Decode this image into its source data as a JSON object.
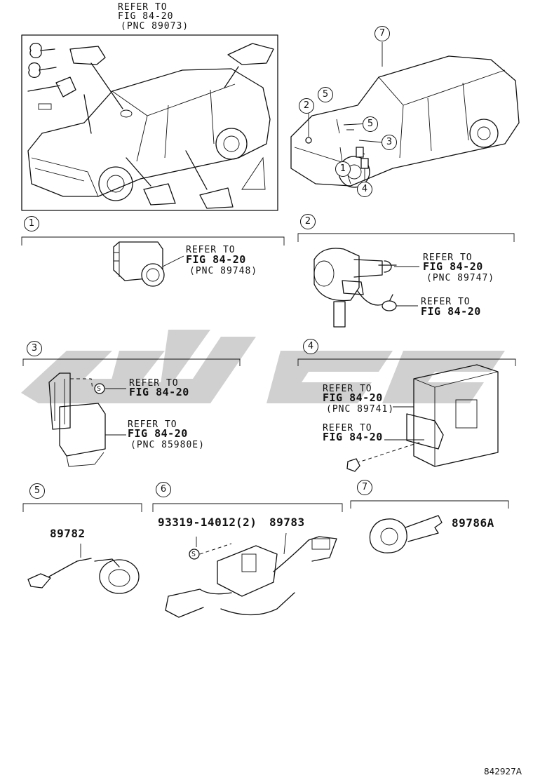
{
  "overview": {
    "refer_line1": "REFER TO",
    "refer_line2": "FIG 84-20",
    "refer_line3": "(PNC 89073)"
  },
  "overview_callouts": [
    "7",
    "5",
    "5",
    "2",
    "3",
    "1",
    "4"
  ],
  "sections": [
    {
      "number": "1",
      "refer": [
        "REFER TO",
        "FIG 84-20",
        "(PNC 89748)"
      ]
    },
    {
      "number": "2",
      "refer_a": [
        "REFER TO",
        "FIG 84-20",
        "(PNC 89747)"
      ],
      "refer_b": [
        "REFER TO",
        "FIG 84-20"
      ]
    },
    {
      "number": "3",
      "symbol": "S",
      "refer_a": [
        "REFER TO",
        "FIG 84-20"
      ],
      "refer_b": [
        "REFER TO",
        "FIG 84-20",
        "(PNC 85980E)"
      ]
    },
    {
      "number": "4",
      "refer_a": [
        "REFER TO",
        "FIG 84-20",
        "(PNC 89741)"
      ],
      "refer_b": [
        "REFER TO",
        "FIG 84-20"
      ]
    },
    {
      "number": "5",
      "part_number": "89782"
    },
    {
      "number": "6",
      "bolt_part": "93319-14012",
      "bolt_qty": "(2)",
      "part_number": "89783",
      "symbol": "S"
    },
    {
      "number": "7",
      "part_number": "89786A"
    }
  ],
  "illustration_id": "842927A",
  "watermark_color": "#c8c8c8"
}
